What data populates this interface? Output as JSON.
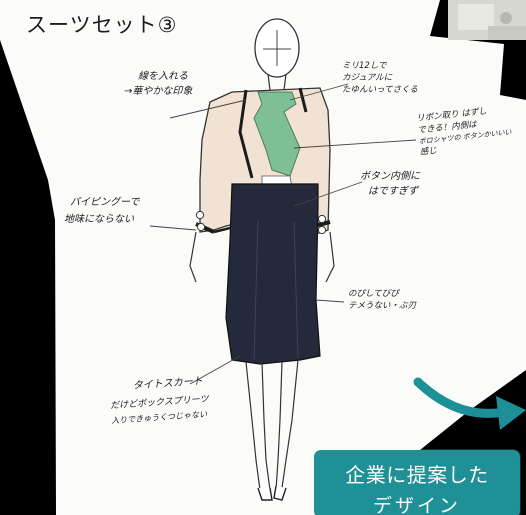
{
  "title": "スーツセット③",
  "annotations": {
    "collar_line": [
      "線を入れる",
      "→華やかな印象"
    ],
    "ribbon_shape": [
      "ミリ12しで",
      "カジュアルに",
      "たゆんいってさくる"
    ],
    "ribbon_detachable": [
      "リボン取り はずし",
      "できる！内側は",
      "ポロシャツの ボタンかいいい",
      "感じ"
    ],
    "button_inside": [
      "ボタン内側に",
      "はですぎず"
    ],
    "piping": [
      "パイピングーで",
      "地味にならない"
    ],
    "skirt_note": [
      "のぴしてびぴ",
      "テメうない・ぶ刃"
    ],
    "tight_skirt": [
      "タイトスカート",
      "だけどボックスプリーツ",
      "入りできゅうくつじゃない"
    ]
  },
  "caption": {
    "line1": "企業に提案した",
    "line2": "デザイン"
  },
  "colors": {
    "jacket": "#f2e2d3",
    "ribbon": "#7fbf95",
    "skirt": "#242a3b",
    "caption_bg": "#1f9096",
    "arrow": "#1d8f97"
  }
}
